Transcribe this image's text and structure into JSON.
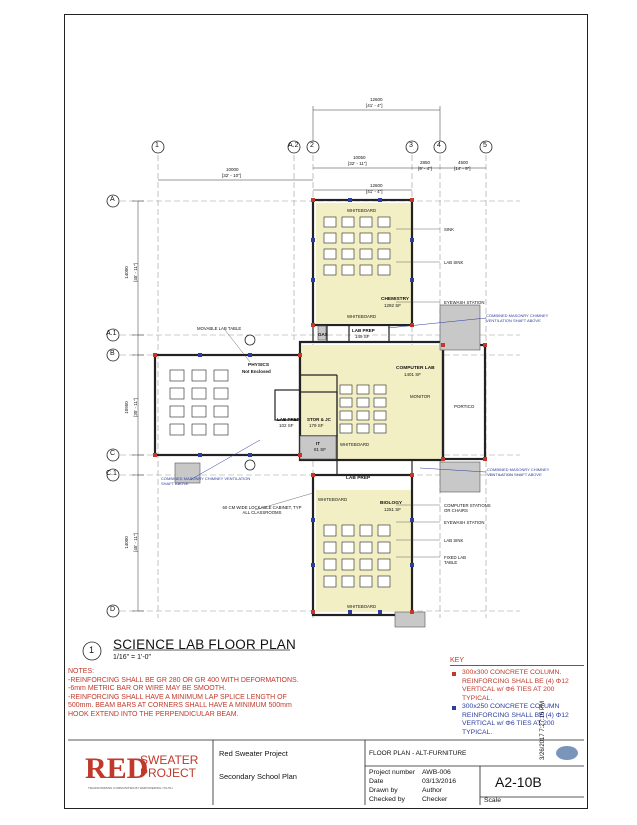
{
  "grid_labels": {
    "columns": [
      "1",
      "A.2",
      "2",
      "3",
      "4",
      "5"
    ],
    "rows": [
      "A",
      "A.1",
      "B",
      "C",
      "C.1",
      "D"
    ]
  },
  "rooms": {
    "chemistry": {
      "name": "CHEMISTRY",
      "area": "1292 SF"
    },
    "lab_prep_top": {
      "name": "LAB PREP",
      "area": "149 SF"
    },
    "physics": {
      "name": "PHYSICS",
      "note": "Not Enclosed"
    },
    "computer_lab": {
      "name": "COMPUTER LAB",
      "area": "1401 SF"
    },
    "lab_prep_mid": {
      "name": "LAB PREP",
      "area": "102 SF"
    },
    "stor_jc": {
      "name": "STOR & JC",
      "area": "179 SF"
    },
    "it": {
      "name": "IT",
      "area": "81 SF"
    },
    "lab_prep_bottom": {
      "name": "LAB PREP",
      "area": ""
    },
    "biology": {
      "name": "BIOLOGY",
      "area": "1251 SF"
    },
    "portico": {
      "name": "PORTICO"
    },
    "gas": {
      "name": "GAS"
    }
  },
  "annotations": {
    "whiteboard": "WHITEBOARD",
    "sink": "SINK",
    "lab_sink": "LAB SINK",
    "eyewash": "EYEWASH STATION",
    "movable_lab_table": "MOVABLE LAB TABLE",
    "monitor": "MONITOR",
    "computer_stations": "COMPUTER STATIONS OR CHAIRS",
    "fixed_lab_table": "FIXED LAB TABLE",
    "chimney_top": "COMBINED MASONRY CHIMNEY VENTILATION SHAFT ABOVE",
    "chimney_left": "COMBINED MASONRY CHIMNEY VENTILATION SHAFT ABOVE",
    "chimney_right": "COMBINED MASONRY CHIMNEY VENTILATION SHAFT ABOVE",
    "cabinet": "60 CM WIDE LOCKABLE CABINET, TYP ALL CLASSROOMS"
  },
  "dimensions": {
    "top1": "12600",
    "top1b": "[41' - 4\"]",
    "top2": "10050",
    "top2b": "[32' - 11\"]",
    "top3": "2850",
    "top3b": "[9' - 4\"]",
    "top4": "4500",
    "top4b": "[14' - 9\"]",
    "top5": "10000",
    "top5b": "[32' - 10\"]",
    "top6": "12600",
    "top6b": "[41' - 4\"]",
    "left1": "14000",
    "left1b": "[45' - 11\"]",
    "left2": "10950",
    "left2b": "[35' - 11\"]",
    "left3": "14000",
    "left3b": "[45' - 11\"]"
  },
  "drawing": {
    "number": "1",
    "title": "SCIENCE LAB FLOOR PLAN",
    "scale": "1/16\" = 1'-0\""
  },
  "notes": {
    "heading": "NOTES:",
    "lines": [
      "-REINFORCING SHALL BE GR 280 OR GR 400 WITH DEFORMATIONS.",
      "-6mm METRIC BAR OR WIRE MAY BE SMOOTH.",
      "-REINFORCING SHALL HAVE A MINIMUM LAP SPLICE LENGTH OF",
      "500mm. BEAM BARS AT CORNERS SHALL HAVE A MINIMUM 500mm",
      "HOOK EXTEND INTO THE PERPENDICULAR BEAM."
    ]
  },
  "key": {
    "heading": "KEY",
    "items": [
      {
        "text": "300x300 CONCRETE COLUMN. REINFORCING SHALL BE (4) Φ12 VERTICAL w/ Φ6 TIES AT 200 TYPICAL.",
        "color": "#c0392b"
      },
      {
        "text": "300x250 CONCRETE COLUMN REINFORCING SHALL BE (4) Φ12 VERTICAL w/ Φ6 TIES AT 200 TYPICAL.",
        "color": "#2c3e9e"
      }
    ]
  },
  "titleblock": {
    "logo_line1": "RED",
    "logo_line2": "SWEATER",
    "logo_line3": "PROJECT",
    "logo_tagline": "TRANSFORMING COMMUNITIES BY EMPOWERING YOUTH",
    "project_name": "Red Sweater Project",
    "sheet_name": "Secondary School Plan",
    "view_title": "FLOOR PLAN - ALT-FURNITURE",
    "project_number_label": "Project number",
    "project_number": "AWB-006",
    "date_label": "Date",
    "date": "03/13/2016",
    "drawn_by_label": "Drawn by",
    "drawn_by": "Author",
    "checked_by_label": "Checked by",
    "checked_by": "Checker",
    "sheet_number": "A2-10B",
    "scale_label": "Scale",
    "timestamp": "3/26/2017 7:27:15 PM"
  },
  "colors": {
    "room_fill": "#f3efc4",
    "column_red": "#c0392b",
    "column_blue": "#2c3e9e",
    "notes_red": "#c0392b"
  }
}
